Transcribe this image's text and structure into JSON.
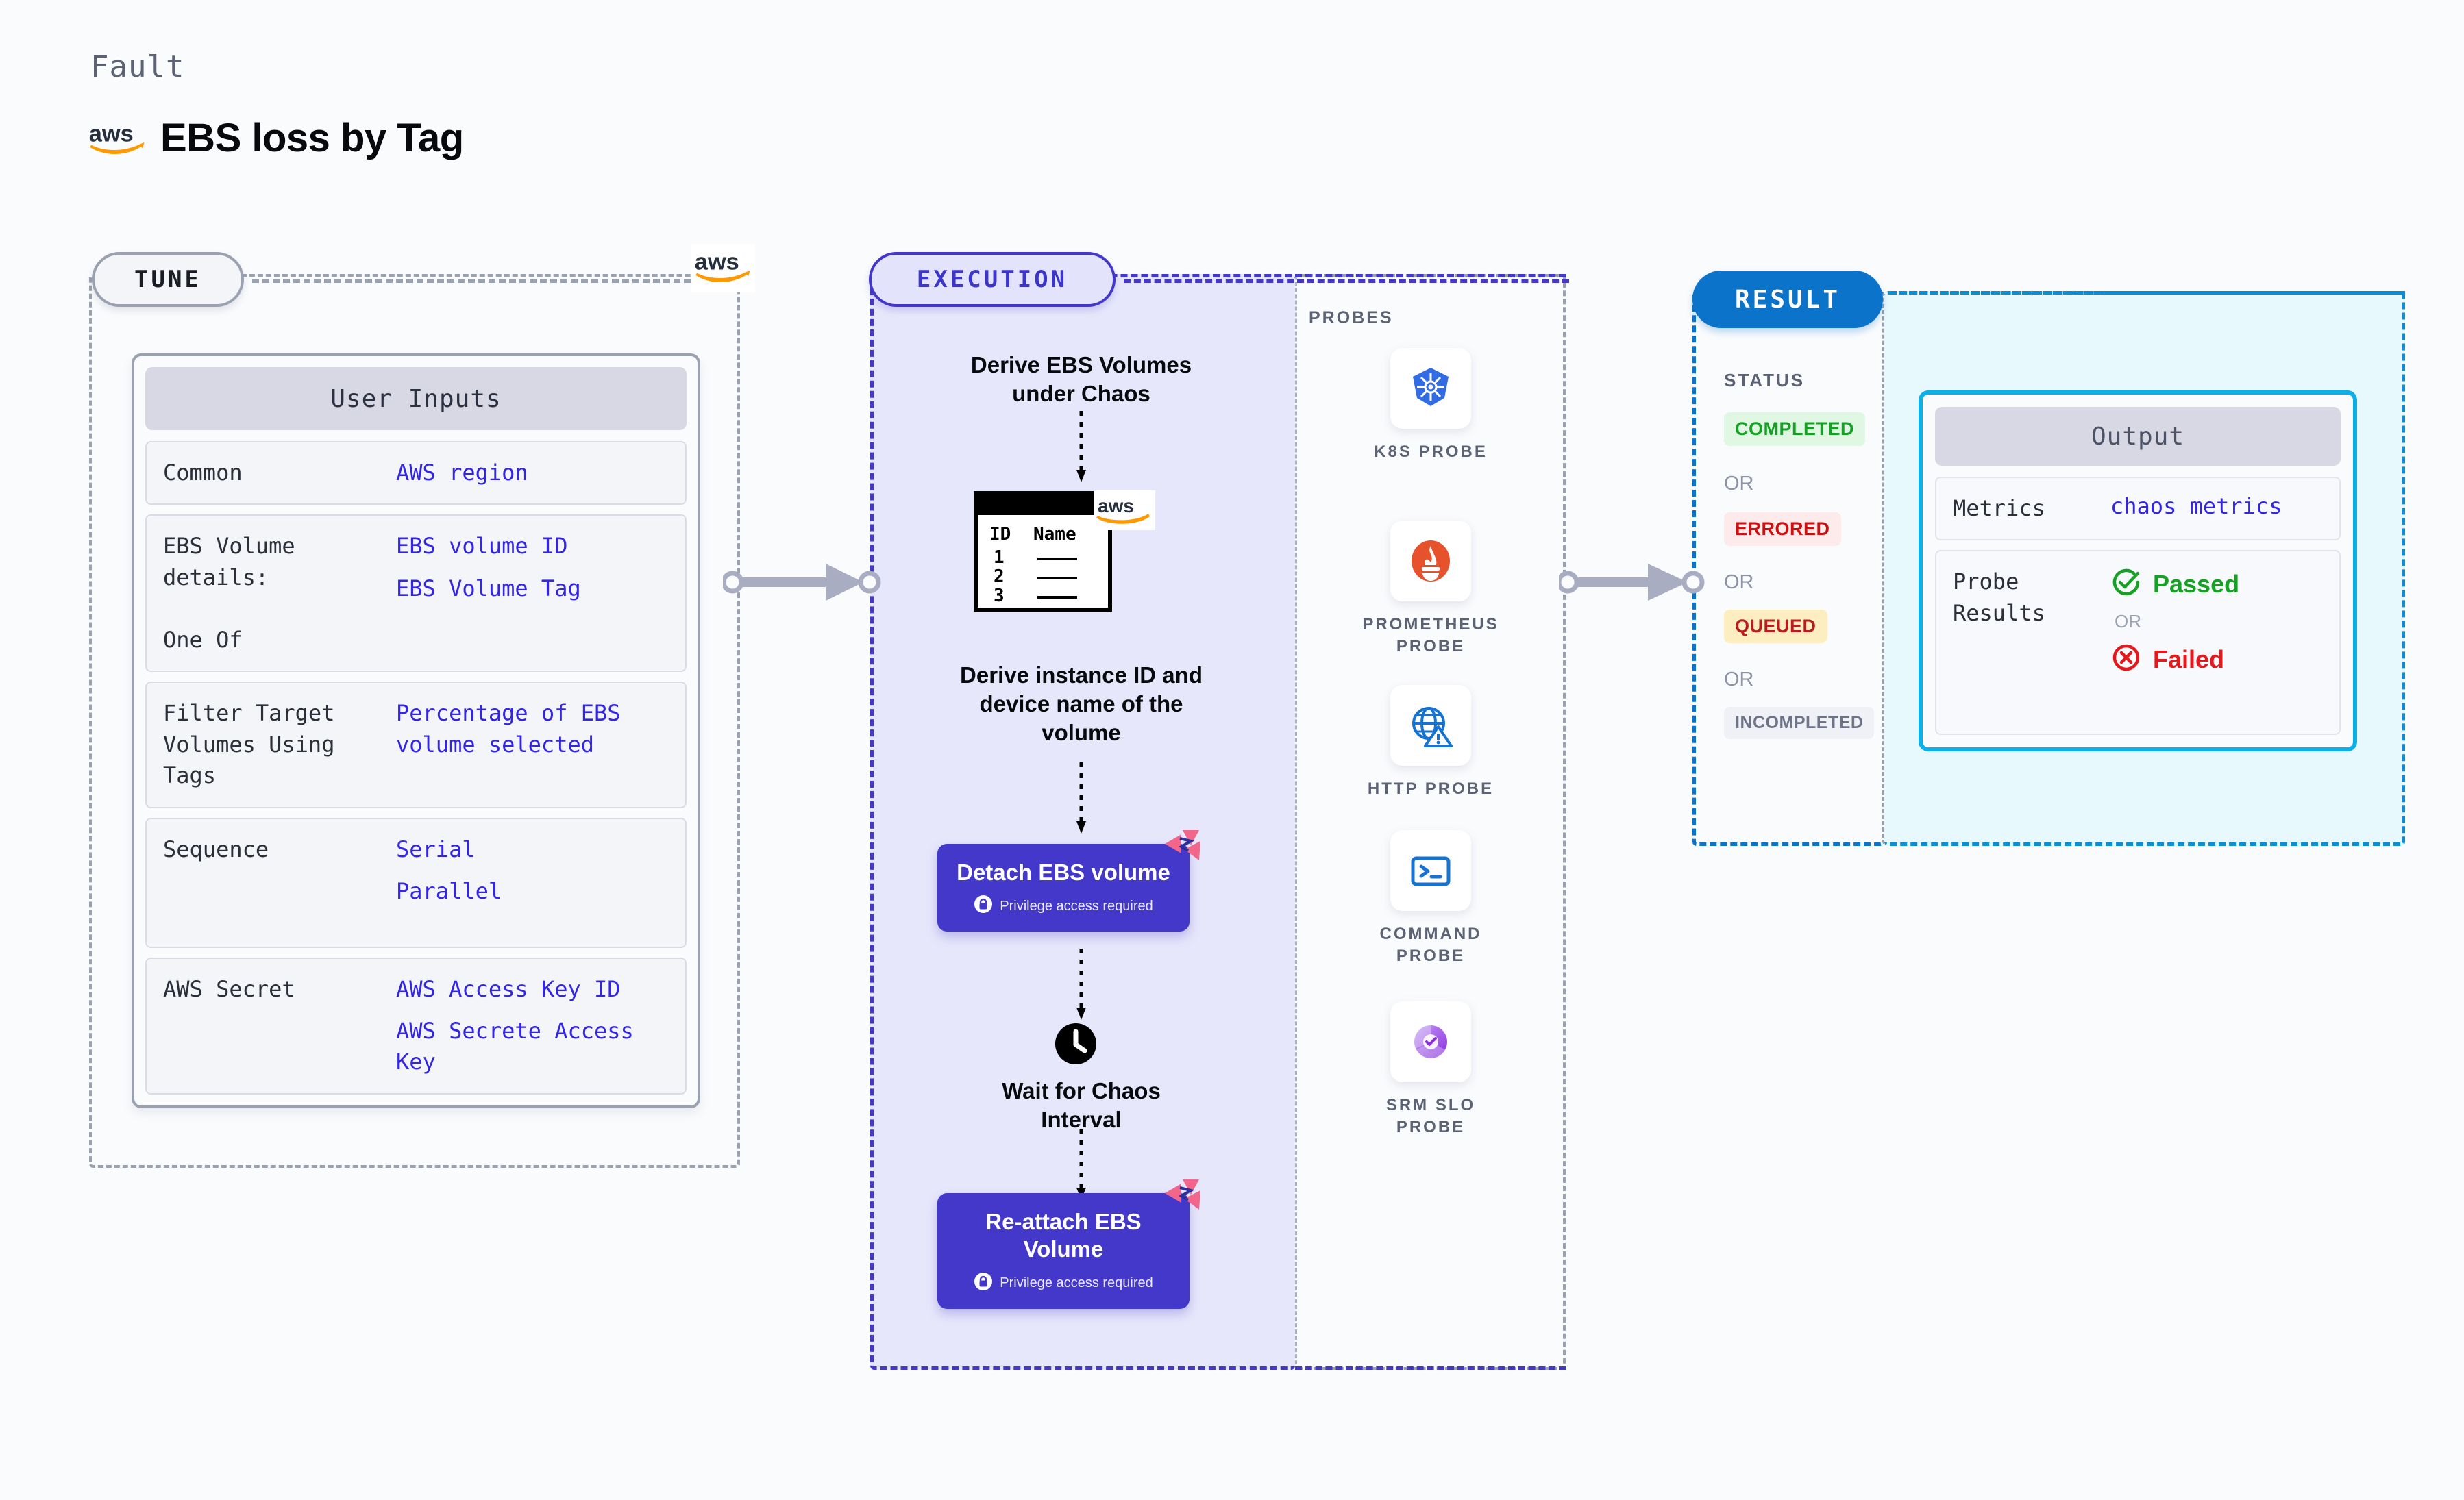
{
  "header": {
    "kicker": "Fault",
    "title": "EBS loss by Tag",
    "logo_alt": "aws"
  },
  "tune": {
    "pill_label": "TUNE",
    "card_title": "User Inputs",
    "rows": [
      {
        "key": "Common",
        "values": [
          "AWS region"
        ]
      },
      {
        "key": "EBS Volume details:\nOne Of",
        "values": [
          "EBS volume ID",
          "EBS Volume Tag"
        ]
      },
      {
        "key": "Filter Target Volumes Using Tags",
        "values": [
          "Percentage of EBS volume selected"
        ]
      },
      {
        "key": "Sequence",
        "values": [
          "Serial",
          "Parallel"
        ]
      },
      {
        "key": "AWS Secret",
        "values": [
          "AWS Access Key ID",
          "AWS Secrete Access Key"
        ]
      }
    ]
  },
  "execution": {
    "pill_label": "EXECUTION",
    "step1_label": "Derive EBS Volumes under Chaos",
    "table": {
      "columns": [
        "ID",
        "Name"
      ],
      "rows": [
        "1",
        "2",
        "3"
      ],
      "logo_alt": "aws"
    },
    "step2_label": "Derive instance ID and device name of the volume",
    "action1": {
      "title": "Detach EBS volume",
      "note": "Privilege access required",
      "icon": "lock-icon",
      "badge": "litmus-chaos-icon"
    },
    "wait": {
      "label": "Wait for Chaos Interval",
      "icon": "clock-icon"
    },
    "action2": {
      "title": "Re-attach EBS Volume",
      "note": "Privilege access required",
      "icon": "lock-icon",
      "badge": "litmus-chaos-icon"
    }
  },
  "probes": {
    "title": "PROBES",
    "items": [
      {
        "label": "K8S PROBE",
        "icon": "kubernetes-icon"
      },
      {
        "label": "PROMETHEUS PROBE",
        "icon": "prometheus-icon"
      },
      {
        "label": "HTTP PROBE",
        "icon": "globe-warning-icon"
      },
      {
        "label": "COMMAND PROBE",
        "icon": "terminal-icon"
      },
      {
        "label": "SRM SLO PROBE",
        "icon": "srm-slo-icon"
      }
    ]
  },
  "result": {
    "pill_label": "RESULT",
    "status_title": "STATUS",
    "or_label": "OR",
    "statuses": [
      {
        "label": "COMPLETED",
        "color": "#16a124",
        "bg": "#e0f7e3"
      },
      {
        "label": "ERRORED",
        "color": "#cf1010",
        "bg": "#fdeaea"
      },
      {
        "label": "QUEUED",
        "color": "#b81c1c",
        "bg": "#fdeec2"
      },
      {
        "label": "INCOMPLETED",
        "color": "#6e7488",
        "bg": "#f0f1f6"
      }
    ]
  },
  "output": {
    "card_title": "Output",
    "metrics_key": "Metrics",
    "metrics_value": "chaos metrics",
    "probe_results_key": "Probe Results",
    "passed_label": "Passed",
    "or_label": "OR",
    "failed_label": "Failed"
  },
  "colors": {
    "accent_indigo": "#4338ca",
    "accent_blue": "#0b73c9",
    "accent_cyan": "#0bb0e8",
    "aws_orange": "#ff9900",
    "litmus_pink": "#f2668b",
    "mono_value": "#3325e8"
  }
}
